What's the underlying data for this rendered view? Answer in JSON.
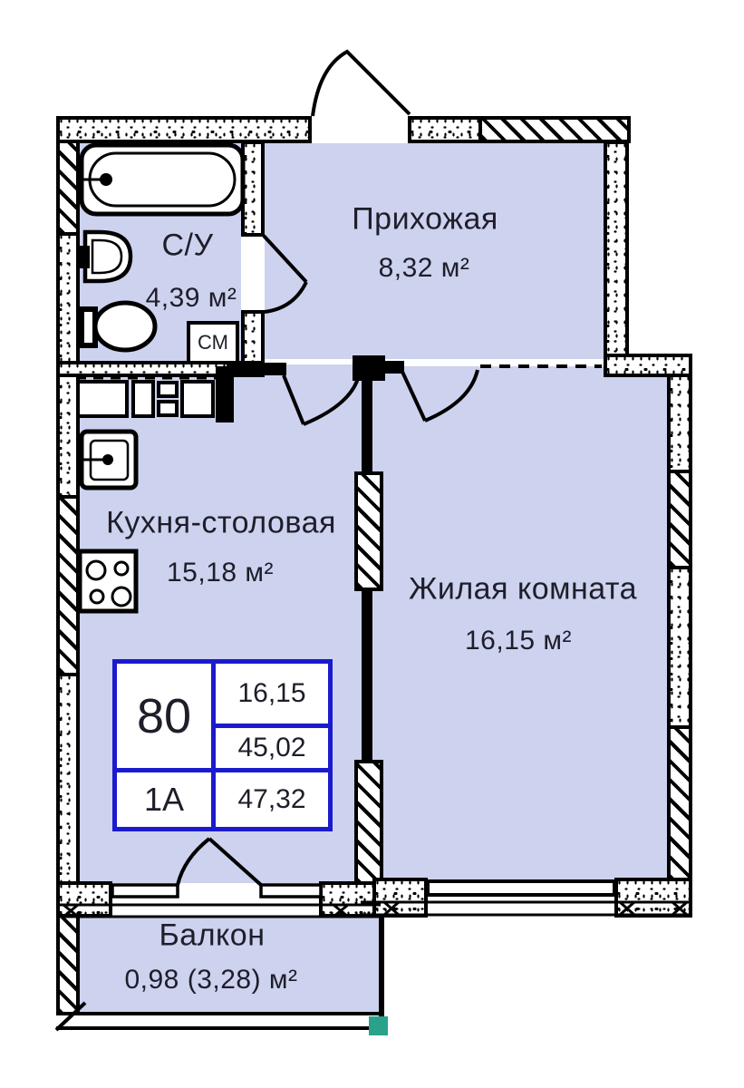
{
  "floor_plan": {
    "rooms": [
      {
        "name": "Прихожая",
        "area": "8,32 м²"
      },
      {
        "name": "С/У",
        "area": "4,39 м²"
      },
      {
        "name": "Кухня-столовая",
        "area": "15,18 м²"
      },
      {
        "name": "Жилая комната",
        "area": "16,15 м²"
      },
      {
        "name": "Балкон",
        "area": "0,98 (3,28) м²"
      }
    ],
    "appliances": {
      "washing_machine": "СМ"
    },
    "info_card": {
      "apartment_number": "80",
      "plan_type": "1A",
      "living_area": "16,15",
      "area_without_balcony": "45,02",
      "total_area": "47,32"
    },
    "colors": {
      "room_fill": "#cdd2ef",
      "walls": "#000000",
      "info_card_border": "#1b1bce",
      "corner_marker": "#2aa28b"
    }
  }
}
